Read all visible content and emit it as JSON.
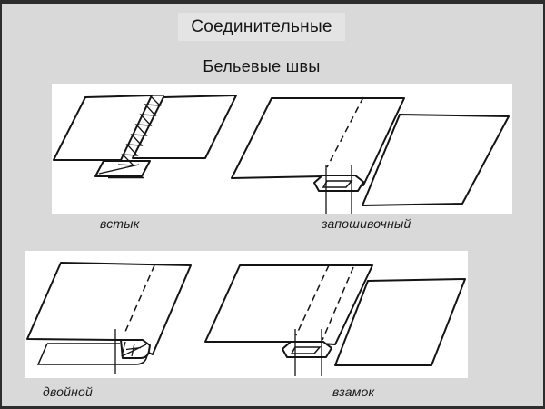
{
  "header": {
    "title": "Соединительные",
    "subtitle": "Бельевые швы"
  },
  "diagrams": [
    {
      "id": "butt",
      "label": "встык",
      "icon": "butt-seam-diagram"
    },
    {
      "id": "felled",
      "label": "запошивочный",
      "icon": "flat-felled-seam-diagram"
    },
    {
      "id": "double",
      "label": "двойной",
      "icon": "double-seam-diagram"
    },
    {
      "id": "interlock",
      "label": "взамок",
      "icon": "interlock-seam-diagram"
    }
  ],
  "colors": {
    "page_background": "#d9d9d9",
    "page_border": "#2d2d2d",
    "title_box_background": "#e4e4e4",
    "panel_background": "#ffffff",
    "line_art": "#141414",
    "text": "#151515"
  }
}
